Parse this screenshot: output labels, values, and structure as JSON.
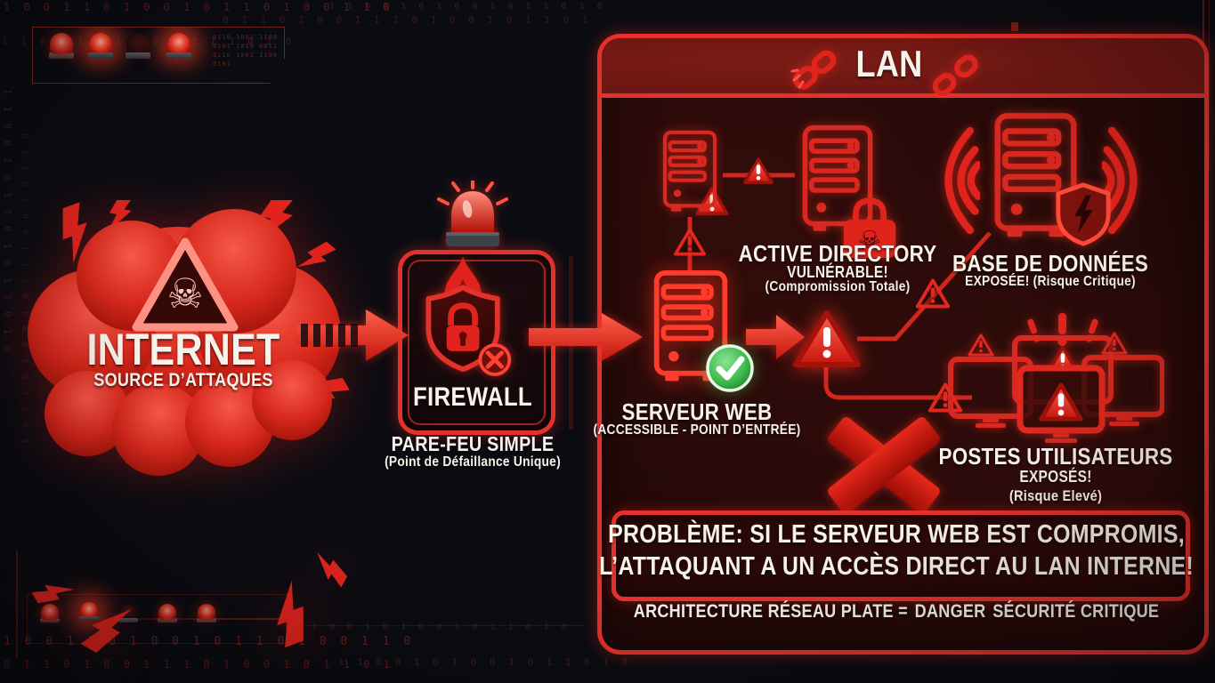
{
  "colors": {
    "background": "#0b0c12",
    "accent_red": "#e5312b",
    "bright_red": "#ff4a3a",
    "deep_red": "#8f0f08",
    "lan_fill": "#250a09",
    "lan_header": "#6d1713",
    "text_white": "#f7f2ea",
    "check_green": "#3fbb4d",
    "siren_base_gray": "#474c54"
  },
  "background_texture": {
    "binary_row_a": "1 0 0 1 1 0 1 0 0 1 0 1 1 0 1 0 0 1 1 0",
    "binary_row_b": "0 1 1 0 1 0 0 1 1 1 0 1 0 0 1 0 1 1 0 1",
    "binary_row_c": "1 1 0 0 1 0 1 0 0 1 0 1 1 0 1 0",
    "hud_text": "0110 1001 1100 0101 1010 0011 0110 1001 1100 0101"
  },
  "internet": {
    "title": "INTERNET",
    "subtitle": "SOURCE D’ATTAQUES"
  },
  "firewall": {
    "label": "FIREWALL",
    "caption_title": "PARE-FEU SIMPLE",
    "caption_detail": "(Point de Défaillance Unique)"
  },
  "web_server": {
    "title": "SERVEUR WEB",
    "subtitle": "(ACCESSIBLE - POINT D’ENTRÉE)"
  },
  "lan": {
    "title": "LAN",
    "active_directory": {
      "title": "ACTIVE DIRECTORY",
      "status": "VULNÉRABLE!",
      "detail": "(Compromission Totale)"
    },
    "database": {
      "title": "BASE DE DONNÉES",
      "status": "EXPOSÉE! (Risque Critique)"
    },
    "workstations": {
      "title": "POSTES UTILISATEURS",
      "status": "EXPOSÉS!",
      "detail": "(Risque Elevé)"
    },
    "problem": {
      "label": "PROBLÈME:",
      "line1": "SI LE SERVEUR WEB EST COMPROMIS,",
      "line2": "L’ATTAQUANT A UN ACCÈS DIRECT AU LAN INTERNE!"
    },
    "footer": {
      "part1": "ARCHITECTURE RÉSEAU PLATE =",
      "danger": "DANGER",
      "part2": "SÉCURITÉ CRITIQUE"
    }
  },
  "icons": {
    "skull": "☠",
    "exclamation": "!",
    "check": "✓",
    "cross": "×"
  }
}
